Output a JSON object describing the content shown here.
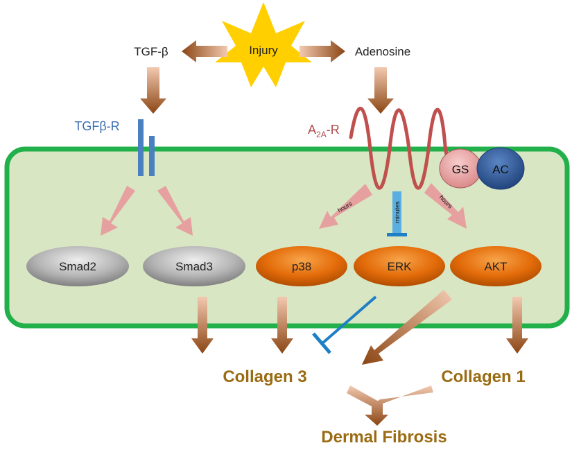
{
  "top": {
    "injury": "Injury",
    "tgfb": "TGF-β",
    "adenosine": "Adenosine"
  },
  "receptors": {
    "tgfbr": "TGFβ-R",
    "a2a_main": "A",
    "a2a_sub": "2A",
    "a2a_suffix": "-R"
  },
  "proteins": {
    "gs": "GS",
    "ac": "AC",
    "smad2": "Smad2",
    "smad3": "Smad3",
    "p38": "p38",
    "erk": "ERK",
    "akt": "AKT"
  },
  "timing": {
    "p38": "hours",
    "erk": "minutes",
    "akt": "hours"
  },
  "outputs": {
    "collagen3": "Collagen 3",
    "collagen1": "Collagen 1",
    "dermal_fibrosis": "Dermal Fibrosis"
  },
  "colors": {
    "cell_fill": "#d9e6c3",
    "cell_border": "#22b04b",
    "star": "#ffcf00",
    "receptor_blue": "#4a7fc0",
    "a2a_wave": "#c0504d",
    "orange_node": "#e46c0a",
    "gray_node": "#a6a6a6",
    "brown_arrow": "#8b4513",
    "pink_arrow": "#e6a0a0",
    "inhibit_blue": "#1f7fc4",
    "output_text": "#9a6b12",
    "gs": "#e8a0a0",
    "ac": "#2e5c9e"
  }
}
